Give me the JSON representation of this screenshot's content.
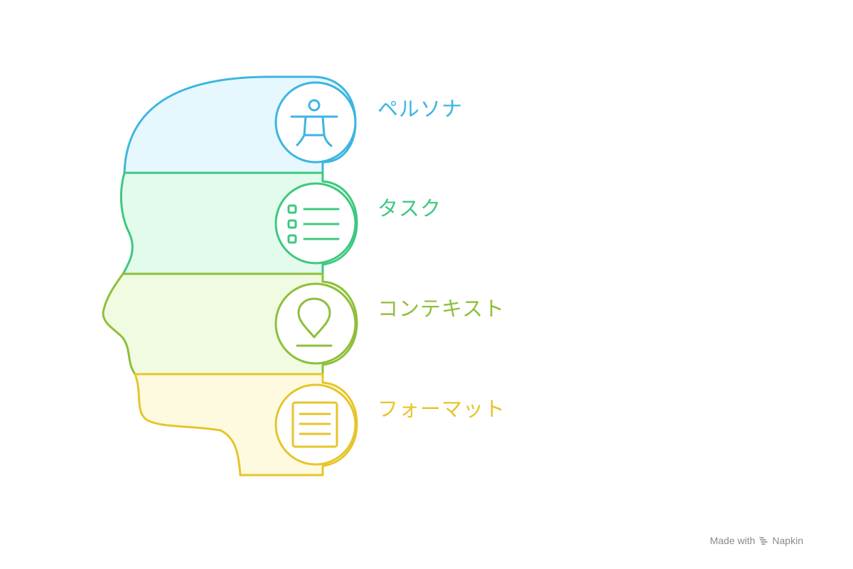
{
  "layers": [
    {
      "label": "ペルソナ",
      "icon": "persona-icon",
      "stroke": "#3bb6e0",
      "fill": "#e6f7fd"
    },
    {
      "label": "タスク",
      "icon": "checklist-icon",
      "stroke": "#3ec880",
      "fill": "#e3fbec"
    },
    {
      "label": "コンテキスト",
      "icon": "location-pin-icon",
      "stroke": "#8ebf3a",
      "fill": "#f0fbe1"
    },
    {
      "label": "フォーマット",
      "icon": "document-icon",
      "stroke": "#e6c52b",
      "fill": "#fefae0"
    }
  ],
  "footer": {
    "made_with": "Made with",
    "brand": "Napkin"
  }
}
